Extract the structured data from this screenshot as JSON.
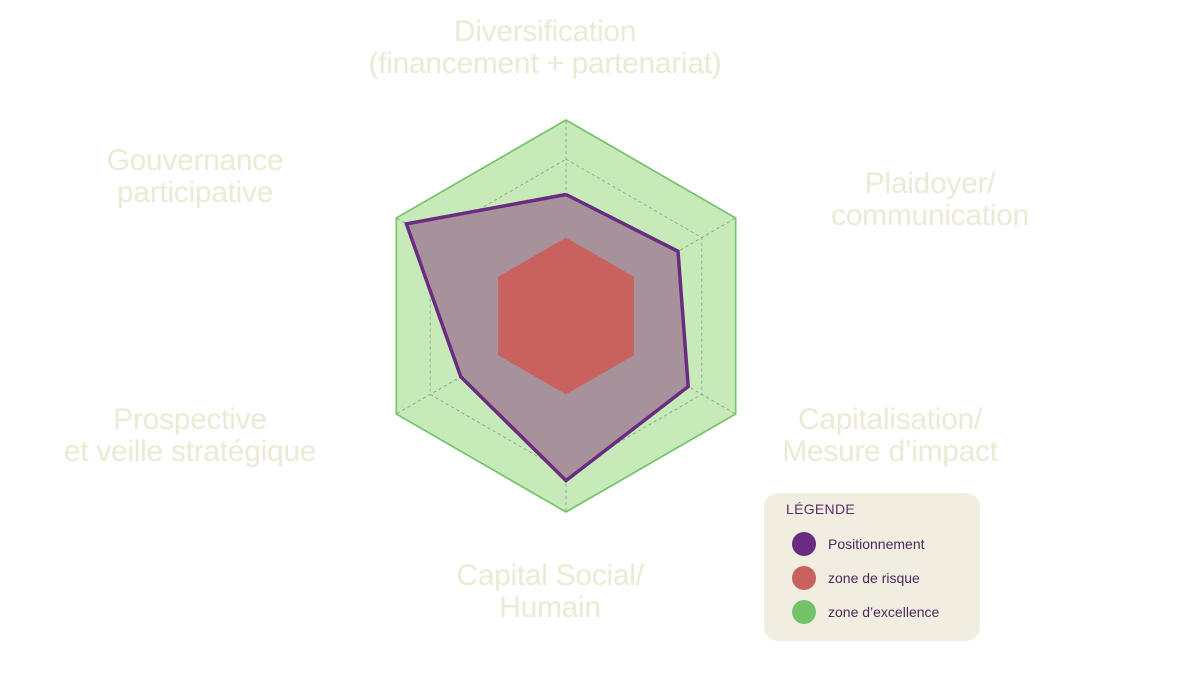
{
  "chart_data": {
    "type": "radar",
    "axes": [
      [
        "Diversification",
        "(financement + partenariat)"
      ],
      [
        "Plaidoyer/",
        "communication"
      ],
      [
        "Capitalisation/",
        "Mesure d’impact"
      ],
      [
        "Capital Social/",
        "Humain"
      ],
      [
        "Prospective",
        "et veille stratégique"
      ],
      [
        "Gouvernance",
        "participative"
      ]
    ],
    "rmax": 100,
    "grid_levels": [
      20,
      40,
      60,
      80,
      100
    ],
    "zone_excellence": [
      100,
      100,
      100,
      100,
      100,
      100
    ],
    "zone_risque": [
      40,
      40,
      40,
      40,
      40,
      40
    ],
    "positionnement": [
      62,
      66,
      72,
      84,
      62,
      94
    ],
    "colors": {
      "positionnement_fill": "#a7919b",
      "positionnement_line": "#6a2c80",
      "zone_risque": "#c9625e",
      "zone_excellence": "#c7eab9",
      "zone_excellence_line": "#72c26a",
      "grid": "#8a9a84"
    }
  },
  "legend": {
    "title": "LÉGENDE",
    "items": [
      {
        "label": "Positionnement",
        "color": "#6a2c80"
      },
      {
        "label": "zone de risque",
        "color": "#c9625e"
      },
      {
        "label": "zone d’excellence",
        "color": "#72c26a"
      }
    ]
  }
}
